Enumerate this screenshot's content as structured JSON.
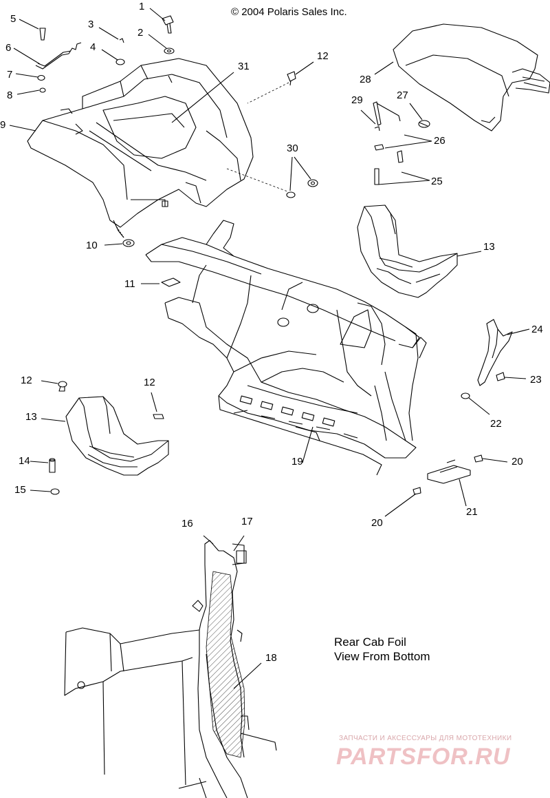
{
  "copyright": "© 2004 Polaris Sales Inc.",
  "callouts": [
    {
      "id": "c1",
      "text": "1"
    },
    {
      "id": "c2",
      "text": "2"
    },
    {
      "id": "c3",
      "text": "3"
    },
    {
      "id": "c4",
      "text": "4"
    },
    {
      "id": "c5",
      "text": "5"
    },
    {
      "id": "c6",
      "text": "6"
    },
    {
      "id": "c7",
      "text": "7"
    },
    {
      "id": "c8",
      "text": "8"
    },
    {
      "id": "c9",
      "text": "9"
    },
    {
      "id": "c10",
      "text": "10"
    },
    {
      "id": "c11",
      "text": "11"
    },
    {
      "id": "c12a",
      "text": "12"
    },
    {
      "id": "c12b",
      "text": "12"
    },
    {
      "id": "c12c",
      "text": "12"
    },
    {
      "id": "c13a",
      "text": "13"
    },
    {
      "id": "c13b",
      "text": "13"
    },
    {
      "id": "c14",
      "text": "14"
    },
    {
      "id": "c15",
      "text": "15"
    },
    {
      "id": "c16",
      "text": "16"
    },
    {
      "id": "c17",
      "text": "17"
    },
    {
      "id": "c18",
      "text": "18"
    },
    {
      "id": "c19",
      "text": "19"
    },
    {
      "id": "c20a",
      "text": "20"
    },
    {
      "id": "c20b",
      "text": "20"
    },
    {
      "id": "c21",
      "text": "21"
    },
    {
      "id": "c22",
      "text": "22"
    },
    {
      "id": "c23",
      "text": "23"
    },
    {
      "id": "c24",
      "text": "24"
    },
    {
      "id": "c25",
      "text": "25"
    },
    {
      "id": "c26",
      "text": "26"
    },
    {
      "id": "c27",
      "text": "27"
    },
    {
      "id": "c28",
      "text": "28"
    },
    {
      "id": "c29",
      "text": "29"
    },
    {
      "id": "c30",
      "text": "30"
    },
    {
      "id": "c31",
      "text": "31"
    }
  ],
  "inset_caption": {
    "line1": "Rear Cab Foil",
    "line2": "View From Bottom"
  },
  "watermark": {
    "tagline": "ЗАПЧАСТИ И АКСЕССУАРЫ ДЛЯ МОТОТЕХНИКИ",
    "logo": "PARTSFOR.RU"
  },
  "colors": {
    "line": "#000000",
    "watermark": "#e8b2b6"
  }
}
